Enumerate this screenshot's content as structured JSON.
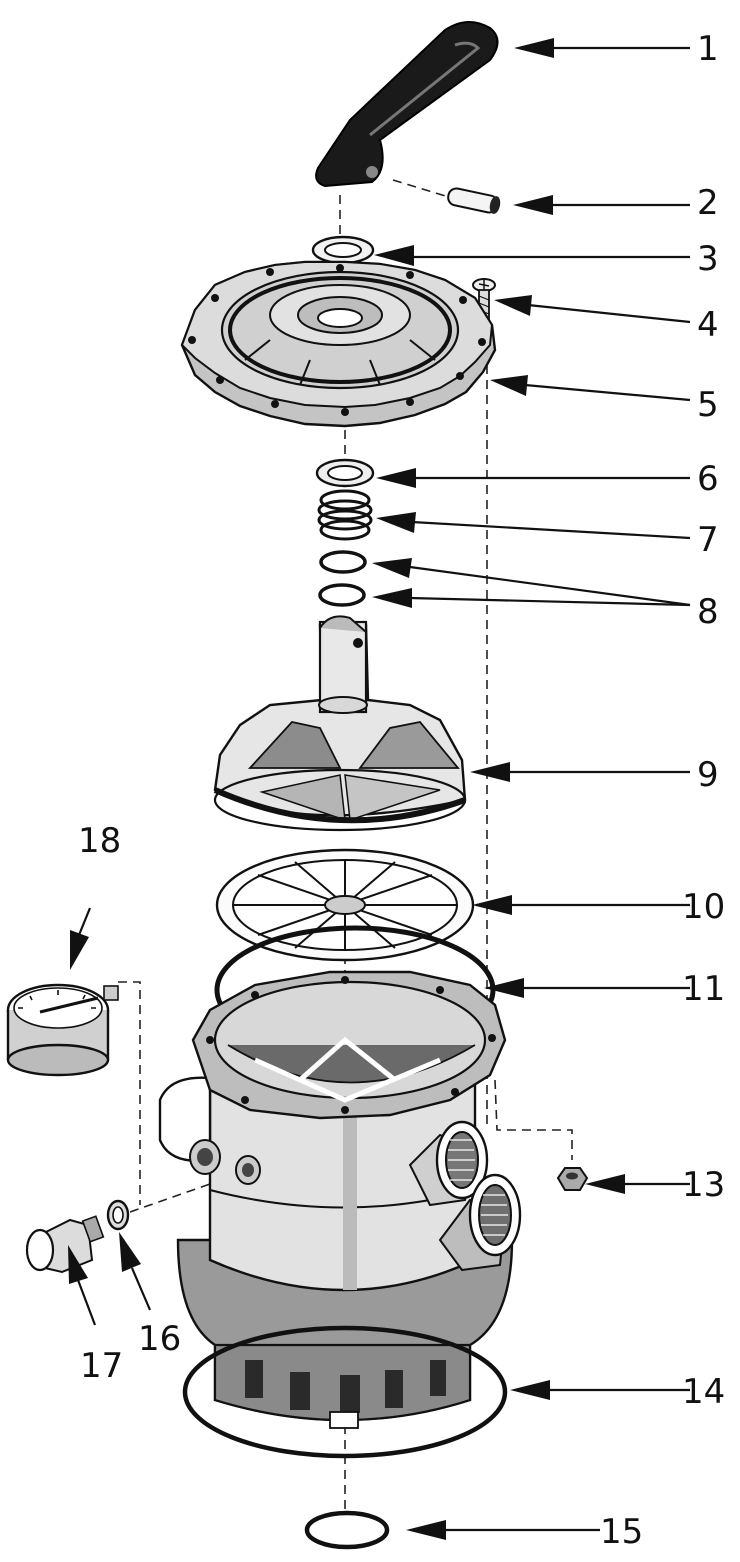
{
  "callouts": [
    {
      "id": "1",
      "label": "1"
    },
    {
      "id": "2",
      "label": "2"
    },
    {
      "id": "3",
      "label": "3"
    },
    {
      "id": "4",
      "label": "4"
    },
    {
      "id": "5",
      "label": "5"
    },
    {
      "id": "6",
      "label": "6"
    },
    {
      "id": "7",
      "label": "7"
    },
    {
      "id": "8",
      "label": "8"
    },
    {
      "id": "9",
      "label": "9"
    },
    {
      "id": "10",
      "label": "10"
    },
    {
      "id": "11",
      "label": "11"
    },
    {
      "id": "13",
      "label": "13"
    },
    {
      "id": "14",
      "label": "14"
    },
    {
      "id": "15",
      "label": "15"
    },
    {
      "id": "16",
      "label": "16"
    },
    {
      "id": "17",
      "label": "17"
    },
    {
      "id": "18",
      "label": "18"
    }
  ],
  "colors": {
    "ink": "#111111",
    "handle": "#1a1a1a",
    "body_light": "#e4e4e4",
    "body_mid": "#c8c8c8",
    "body_dark": "#8a8a8a",
    "white": "#ffffff"
  }
}
